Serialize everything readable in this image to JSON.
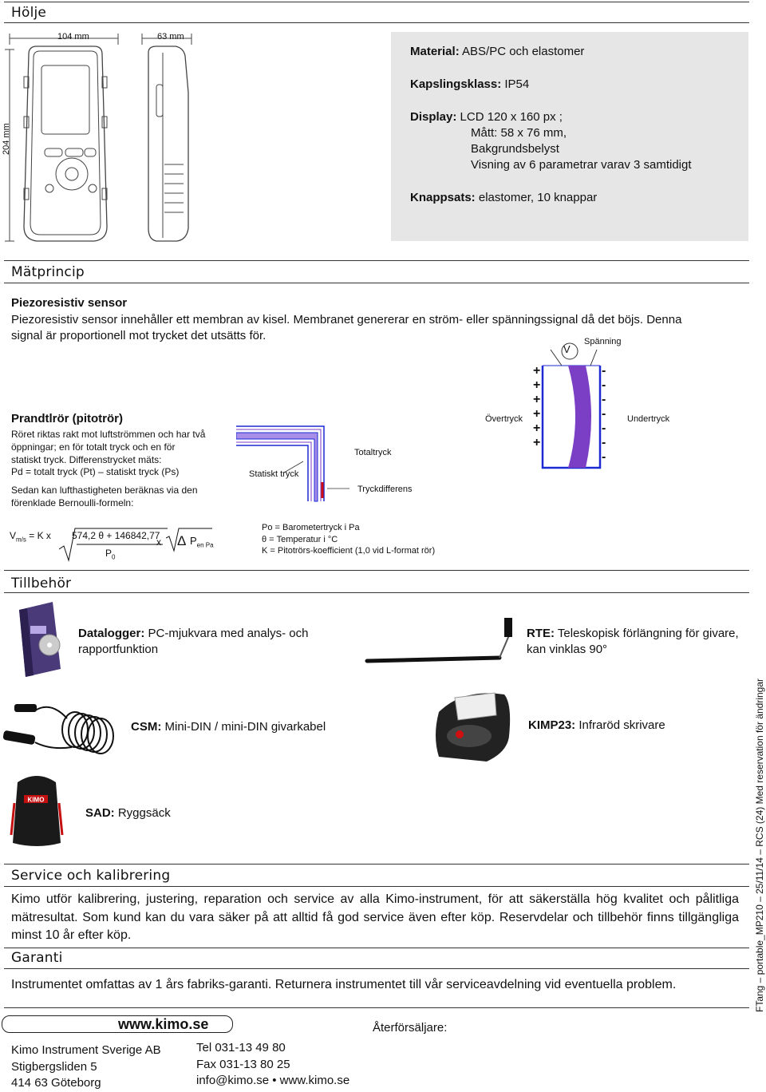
{
  "sections": {
    "holje": "Hölje",
    "matprincip": "Mätprincip",
    "tillbehor": "Tillbehör",
    "service": "Service och kalibrering",
    "garanti": "Garanti"
  },
  "drawing": {
    "width_label": "104 mm",
    "depth_label": "63 mm",
    "height_label": "204 mm"
  },
  "specs": {
    "material_label": "Material:",
    "material_value": " ABS/PC och elastomer",
    "kaps_label": "Kapslingsklass:",
    "kaps_value": " IP54",
    "display_label": "Display:",
    "display_value": " LCD 120 x 160 px ;",
    "display_lines": [
      "Mått:  58 x 76 mm,",
      "Bakgrundsbelyst",
      "Visning av 6 parametrar varav 3 samtidigt"
    ],
    "knapp_label": "Knappsats:",
    "knapp_value": " elastomer, 10 knappar"
  },
  "principle": {
    "sensor_title": "Piezoresistiv sensor",
    "sensor_text": "Piezoresistiv sensor innehåller ett membran av kisel. Membranet genererar en ström- eller spänningssignal då det böjs. Denna signal är proportionell mot trycket det utsätts för.",
    "spanning": "Spänning",
    "v_symbol": "V",
    "overtryck": "Övertryck",
    "undertryck": "Undertryck",
    "pitot_title": "Prandtlrör (pitotrör)",
    "pitot_text": "Röret riktas rakt mot luftströmmen och har två öppningar; en för totalt tryck och en för statiskt tryck. Differenstrycket mäts:",
    "pd_line": "Pd = totalt tryck (Pt) – statiskt tryck (Ps)",
    "bernoulli_text": "Sedan kan lufthastigheten beräknas via den förenklade Bernoulli-formeln:",
    "totaltryck": "Totaltryck",
    "statiskt": "Statiskt tryck",
    "tryckdiff": "Tryckdifferens",
    "formula": {
      "v": "V",
      "v_sub": "m/s",
      "eq": " = K x",
      "numerator": "574,2 θ + 146842,77",
      "den": "P",
      "den_sub": "0",
      "x": "x",
      "delta": "Δ",
      "p": "P",
      "p_sub": "en Pa"
    },
    "legend": [
      "Po = Barometertryck i Pa",
      "θ  = Temperatur i °C",
      "K = Pitotrörs-koefficient (1,0 vid L-format rör)"
    ]
  },
  "accessories": {
    "datalogger_label": "Datalogger:",
    "datalogger_text": " PC-mjukvara med analys- och",
    "datalogger_text2": "rapportfunktion",
    "rte_label": "RTE:",
    "rte_text": " Teleskopisk förlängning för givare,",
    "rte_text2": "kan vinklas 90°",
    "csm_label": "CSM:",
    "csm_text": " Mini-DIN / mini-DIN givarkabel",
    "kimp_label": "KIMP23:",
    "kimp_text": " Infraröd skrivare",
    "sad_label": "SAD:",
    "sad_text": " Ryggsäck",
    "brand": "KIMO"
  },
  "service_text": "Kimo utför kalibrering, justering, reparation och service av alla Kimo-instrument, för att säkerställa hög kvalitet och pålitliga mätresultat. Som kund kan du vara säker på att alltid få god service även efter köp. Reservdelar och tillbehör finns tillgängliga minst 10 år efter köp.",
  "garanti_text": "Instrumentet omfattas av 1 års fabriks-garanti. Returnera instrumentet till vår serviceavdelning vid eventuella problem.",
  "footer": {
    "website": "www.kimo.se",
    "reseller": "Återförsäljare:",
    "company": [
      "Kimo Instrument Sverige AB",
      "Stigbergsliden 5",
      "414 63  Göteborg"
    ],
    "contact": [
      "Tel 031-13 49 80",
      "Fax 031-13 80 25",
      "info@kimo.se • www.kimo.se"
    ]
  },
  "side_note": "FTang – portable_MP210 – 25/11/14 – RCS (24) Med reservation för ändringar",
  "colors": {
    "spec_bg": "#e6e6e6",
    "sensor_blue": "#1b2ad4",
    "membrane": "#7a3fc4",
    "tube_purple": "#a88ee8",
    "red": "#d01010"
  }
}
